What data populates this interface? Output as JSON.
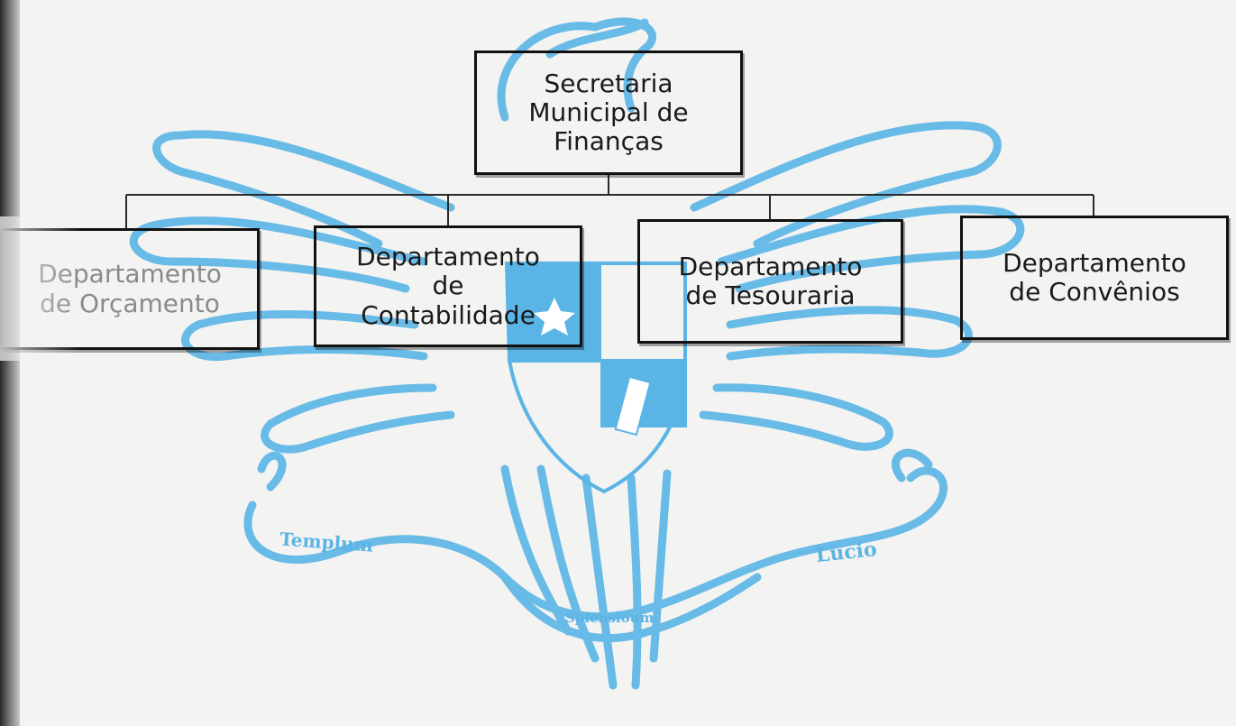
{
  "chart": {
    "root": {
      "label": "Secretaria\nMunicipal de\nFinanças"
    },
    "departments": [
      {
        "label": "Departamento\nde Orçamento"
      },
      {
        "label": "Departamento\nde\nContabilidade"
      },
      {
        "label": "Departamento\nde Tesouraria"
      },
      {
        "label": "Departamento\nde Convênios"
      }
    ]
  },
  "watermark": {
    "ribbon_left": "Templum",
    "ribbon_right": "Lucio",
    "ribbon_bottom": "Splensioum",
    "color": "#5ab4e6"
  },
  "colors": {
    "background": "#f3f3f1",
    "box_border": "#111111",
    "text": "#1a1a1a"
  }
}
